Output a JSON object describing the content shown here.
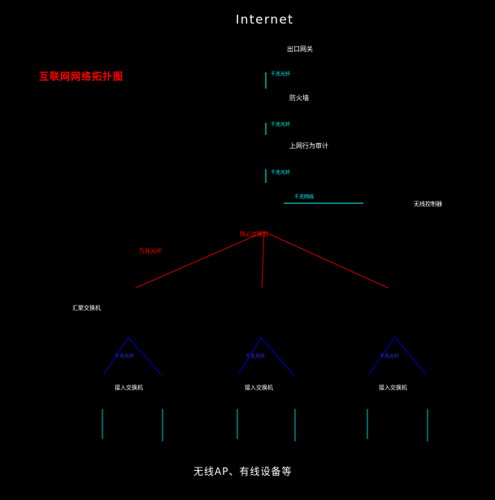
{
  "colors": {
    "bg": "#000000",
    "icon_white": "#ffffff",
    "line_cyan": "#00ffff",
    "line_teal": "#00c8c8",
    "line_red": "#cc0000",
    "line_blue": "#0000cc",
    "text_white": "#ffffff",
    "text_red": "#ff0000",
    "text_cyan": "#00ffff",
    "text_blue": "#3333ff"
  },
  "titles": {
    "internet": "Internet",
    "diagram": "互联网网络拓扑图",
    "bottom_note": "无线AP、有线设备等"
  },
  "nodes": {
    "gateway": {
      "label": "出口网关",
      "icon": "router-hexagon"
    },
    "firewall": {
      "label": "防火墙",
      "icon": "router-hexagon"
    },
    "audit": {
      "label": "上网行为审计",
      "icon": "router-hexagon"
    },
    "core_switch": {
      "label": "核心交换机",
      "icon": "core-switch-box"
    },
    "wireless_controller": {
      "label": "无线控制器",
      "icon": "wireless-disc"
    },
    "aggregation_switch": {
      "label": "汇聚交换机",
      "icon": "switch-box"
    },
    "access_switch": {
      "label": "接入交换机",
      "icon": "switch-box"
    },
    "wireless_ap": {
      "icon": "ap-disc"
    },
    "computer": {
      "icon": "desktop-pc"
    }
  },
  "links": {
    "gigabit_fiber": "千兆光纤",
    "gigabit_cable": "千兆网线",
    "ten_gigabit_fiber": "万兆光纤"
  }
}
